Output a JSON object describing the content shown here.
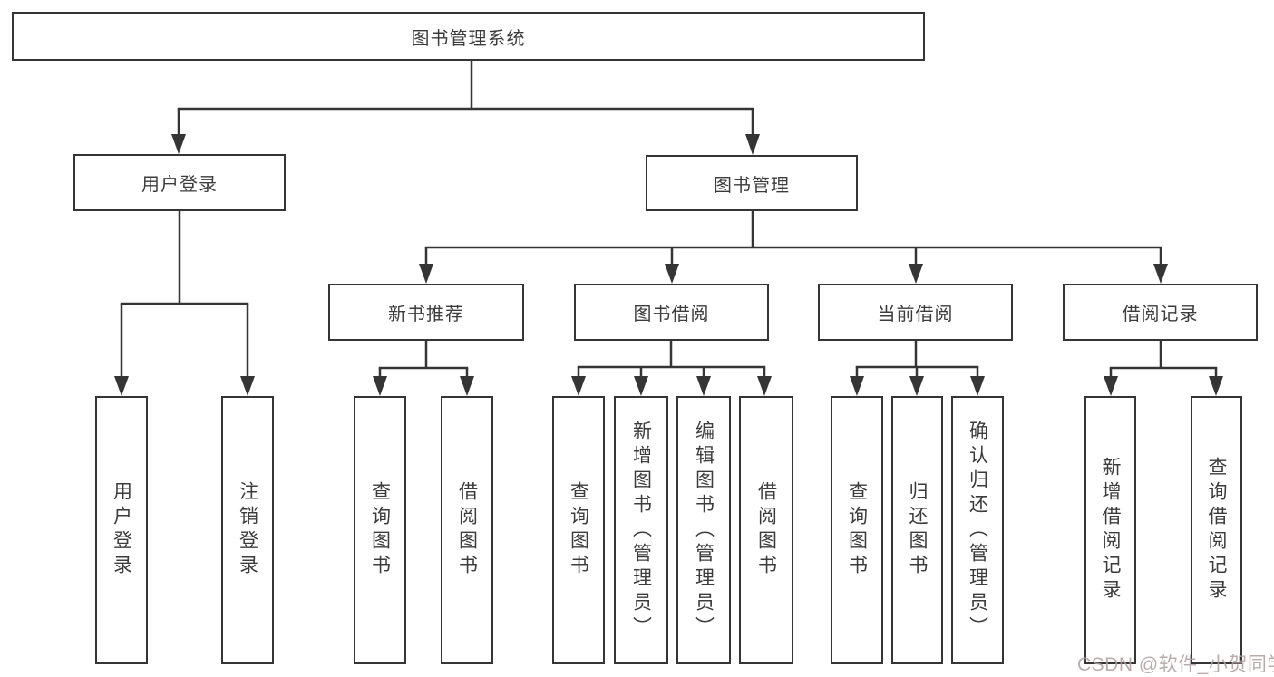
{
  "diagram": {
    "type": "hierarchy-tree",
    "root": "图书管理系统",
    "level2": {
      "user_login": "用户登录",
      "book_management": "图书管理"
    },
    "level3": {
      "new_book_recommend": "新书推荐",
      "book_borrowing": "图书借阅",
      "current_borrowing": "当前借阅",
      "borrowing_records": "借阅记录"
    },
    "leaves": {
      "user_login": "用户登录",
      "logout": "注销登录",
      "recommend_query_books": "查询图书",
      "recommend_borrow_books": "借阅图书",
      "borrowing_query_books": "查询图书",
      "borrowing_add_books_admin": "新增图书（管理员）",
      "borrowing_edit_books_admin": "编辑图书（管理员）",
      "borrowing_borrow_books": "借阅图书",
      "current_query_books": "查询图书",
      "current_return_books": "归还图书",
      "current_confirm_return_admin": "确认归还（管理员）",
      "records_add_record": "新增借阅记录",
      "records_query_record": "查询借阅记录"
    },
    "hierarchy_note": {
      "用户登录": [
        "用户登录",
        "注销登录"
      ],
      "图书管理": [
        "新书推荐",
        "图书借阅",
        "当前借阅",
        "借阅记录"
      ],
      "新书推荐": [
        "查询图书",
        "借阅图书"
      ],
      "图书借阅": [
        "查询图书",
        "新增图书（管理员）",
        "编辑图书（管理员）",
        "借阅图书"
      ],
      "当前借阅": [
        "查询图书",
        "归还图书",
        "确认归还（管理员）"
      ],
      "借阅记录": [
        "新增借阅记录",
        "查询借阅记录"
      ]
    }
  },
  "watermark": {
    "text": "CSDN @软件_小贺同学",
    "color": "#af9e9e"
  },
  "colors": {
    "line": "#353535",
    "box_border": "#353535",
    "box_background": "#ffffff",
    "text": "#3c3c3c",
    "page_background": "#ffffff"
  }
}
